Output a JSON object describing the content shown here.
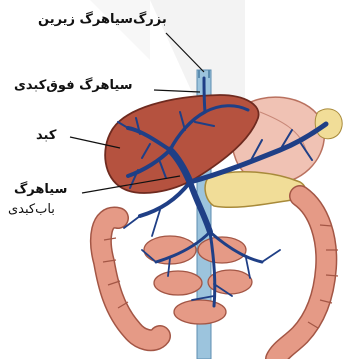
{
  "labels": {
    "inferior_vena_cava": "بزرگ‌سیاهرگ زیرین",
    "hepatic_vein": "سیاهرگ فوق‌کبدی",
    "liver": "کبد",
    "portal_vein_line1": "سیاهرگ",
    "portal_vein_line2": "باب‌کبدی"
  },
  "colors": {
    "liver": "#b5523f",
    "intestine": "#e59a86",
    "stomach": "#f0c2b4",
    "pancreas": "#f1dd98",
    "vein": "#1f3f86",
    "vena_cava": "#9cc4dd",
    "watermark": "#ececec"
  }
}
